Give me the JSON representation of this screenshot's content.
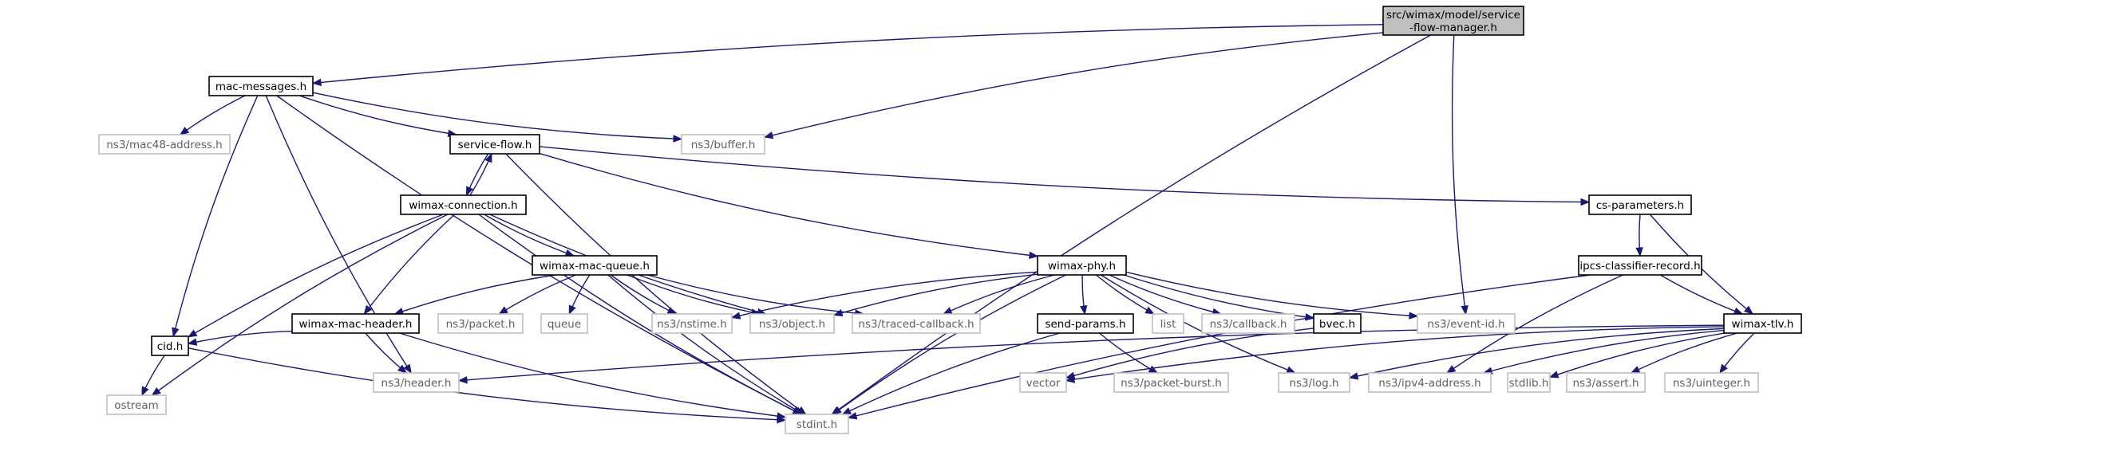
{
  "diagram": {
    "root": "service-flow-manager",
    "nodes": [
      {
        "id": "service-flow-manager",
        "lines": [
          "src/wimax/model/service",
          "-flow-manager.h"
        ],
        "kind": "root"
      },
      {
        "id": "mac-messages",
        "lines": [
          "mac-messages.h"
        ],
        "kind": "documented"
      },
      {
        "id": "buffer",
        "lines": [
          "ns3/buffer.h"
        ],
        "kind": "external"
      },
      {
        "id": "event-id",
        "lines": [
          "ns3/event-id.h"
        ],
        "kind": "external"
      },
      {
        "id": "stdint",
        "lines": [
          "stdint.h"
        ],
        "kind": "external"
      },
      {
        "id": "mac48-address",
        "lines": [
          "ns3/mac48-address.h"
        ],
        "kind": "external"
      },
      {
        "id": "service-flow",
        "lines": [
          "service-flow.h"
        ],
        "kind": "documented"
      },
      {
        "id": "cid",
        "lines": [
          "cid.h"
        ],
        "kind": "documented"
      },
      {
        "id": "header",
        "lines": [
          "ns3/header.h"
        ],
        "kind": "external"
      },
      {
        "id": "wimax-connection",
        "lines": [
          "wimax-connection.h"
        ],
        "kind": "documented"
      },
      {
        "id": "wimax-phy",
        "lines": [
          "wimax-phy.h"
        ],
        "kind": "documented"
      },
      {
        "id": "cs-parameters",
        "lines": [
          "cs-parameters.h"
        ],
        "kind": "documented"
      },
      {
        "id": "ostream",
        "lines": [
          "ostream"
        ],
        "kind": "external"
      },
      {
        "id": "object",
        "lines": [
          "ns3/object.h"
        ],
        "kind": "external"
      },
      {
        "id": "wimax-mac-header",
        "lines": [
          "wimax-mac-header.h"
        ],
        "kind": "documented"
      },
      {
        "id": "wimax-mac-queue",
        "lines": [
          "wimax-mac-queue.h"
        ],
        "kind": "documented"
      },
      {
        "id": "packet",
        "lines": [
          "ns3/packet.h"
        ],
        "kind": "external"
      },
      {
        "id": "queue",
        "lines": [
          "queue"
        ],
        "kind": "external"
      },
      {
        "id": "nstime",
        "lines": [
          "ns3/nstime.h"
        ],
        "kind": "external"
      },
      {
        "id": "traced-callback",
        "lines": [
          "ns3/traced-callback.h"
        ],
        "kind": "external"
      },
      {
        "id": "send-params",
        "lines": [
          "send-params.h"
        ],
        "kind": "documented"
      },
      {
        "id": "list",
        "lines": [
          "list"
        ],
        "kind": "external"
      },
      {
        "id": "callback",
        "lines": [
          "ns3/callback.h"
        ],
        "kind": "external"
      },
      {
        "id": "bvec",
        "lines": [
          "bvec.h"
        ],
        "kind": "documented"
      },
      {
        "id": "log",
        "lines": [
          "ns3/log.h"
        ],
        "kind": "external"
      },
      {
        "id": "packet-burst",
        "lines": [
          "ns3/packet-burst.h"
        ],
        "kind": "external"
      },
      {
        "id": "vector",
        "lines": [
          "vector"
        ],
        "kind": "external"
      },
      {
        "id": "ipcs-classifier-record",
        "lines": [
          "ipcs-classifier-record.h"
        ],
        "kind": "documented"
      },
      {
        "id": "wimax-tlv",
        "lines": [
          "wimax-tlv.h"
        ],
        "kind": "documented"
      },
      {
        "id": "ipv4-address",
        "lines": [
          "ns3/ipv4-address.h"
        ],
        "kind": "external"
      },
      {
        "id": "stdlib",
        "lines": [
          "stdlib.h"
        ],
        "kind": "external"
      },
      {
        "id": "assert",
        "lines": [
          "ns3/assert.h"
        ],
        "kind": "external"
      },
      {
        "id": "uinteger",
        "lines": [
          "ns3/uinteger.h"
        ],
        "kind": "external"
      }
    ],
    "edges": [
      [
        "service-flow-manager",
        "mac-messages"
      ],
      [
        "service-flow-manager",
        "buffer"
      ],
      [
        "service-flow-manager",
        "event-id"
      ],
      [
        "service-flow-manager",
        "stdint"
      ],
      [
        "mac-messages",
        "mac48-address"
      ],
      [
        "mac-messages",
        "buffer"
      ],
      [
        "mac-messages",
        "service-flow"
      ],
      [
        "mac-messages",
        "cid"
      ],
      [
        "mac-messages",
        "header"
      ],
      [
        "mac-messages",
        "stdint"
      ],
      [
        "service-flow",
        "wimax-connection"
      ],
      [
        "service-flow",
        "wimax-phy"
      ],
      [
        "service-flow",
        "cs-parameters"
      ],
      [
        "service-flow",
        "stdint"
      ],
      [
        "wimax-connection",
        "service-flow"
      ],
      [
        "wimax-connection",
        "ostream"
      ],
      [
        "wimax-connection",
        "cid"
      ],
      [
        "wimax-connection",
        "stdint"
      ],
      [
        "wimax-connection",
        "wimax-mac-header"
      ],
      [
        "wimax-connection",
        "wimax-mac-queue"
      ],
      [
        "wimax-connection",
        "object"
      ],
      [
        "wimax-mac-queue",
        "wimax-mac-header"
      ],
      [
        "wimax-mac-queue",
        "packet"
      ],
      [
        "wimax-mac-queue",
        "queue"
      ],
      [
        "wimax-mac-queue",
        "nstime"
      ],
      [
        "wimax-mac-queue",
        "object"
      ],
      [
        "wimax-mac-queue",
        "traced-callback"
      ],
      [
        "wimax-mac-queue",
        "stdint"
      ],
      [
        "wimax-mac-header",
        "cid"
      ],
      [
        "wimax-mac-header",
        "header"
      ],
      [
        "wimax-mac-header",
        "stdint"
      ],
      [
        "cid",
        "ostream"
      ],
      [
        "cid",
        "stdint"
      ],
      [
        "wimax-phy",
        "nstime"
      ],
      [
        "wimax-phy",
        "object"
      ],
      [
        "wimax-phy",
        "traced-callback"
      ],
      [
        "wimax-phy",
        "send-params"
      ],
      [
        "wimax-phy",
        "list"
      ],
      [
        "wimax-phy",
        "callback"
      ],
      [
        "wimax-phy",
        "bvec"
      ],
      [
        "wimax-phy",
        "event-id"
      ],
      [
        "wimax-phy",
        "log"
      ],
      [
        "wimax-phy",
        "stdint"
      ],
      [
        "send-params",
        "packet-burst"
      ],
      [
        "send-params",
        "stdint"
      ],
      [
        "bvec",
        "vector"
      ],
      [
        "cs-parameters",
        "ipcs-classifier-record"
      ],
      [
        "cs-parameters",
        "wimax-tlv"
      ],
      [
        "ipcs-classifier-record",
        "wimax-tlv"
      ],
      [
        "ipcs-classifier-record",
        "ipv4-address"
      ],
      [
        "ipcs-classifier-record",
        "stdint"
      ],
      [
        "wimax-tlv",
        "header"
      ],
      [
        "wimax-tlv",
        "vector"
      ],
      [
        "wimax-tlv",
        "log"
      ],
      [
        "wimax-tlv",
        "ipv4-address"
      ],
      [
        "wimax-tlv",
        "stdlib"
      ],
      [
        "wimax-tlv",
        "assert"
      ],
      [
        "wimax-tlv",
        "uinteger"
      ]
    ]
  }
}
